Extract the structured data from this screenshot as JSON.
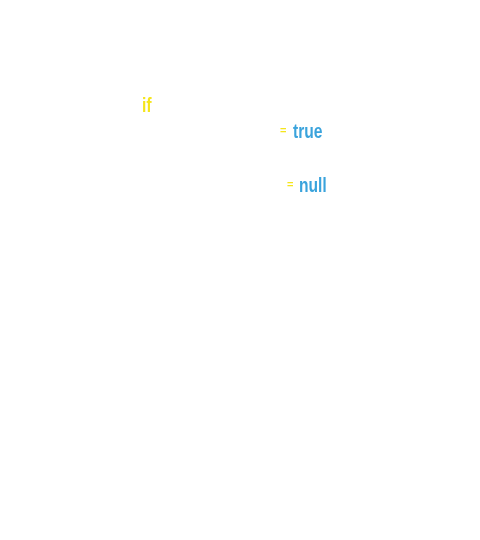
{
  "code": {
    "keyword_if": "if",
    "line1": {
      "operator": "=",
      "value": "true"
    },
    "line2": {
      "operator": "=",
      "value": "null"
    }
  },
  "colors": {
    "keyword": "#f5e51c",
    "operator": "#f5e51c",
    "value": "#3aa3dc",
    "background": "#ffffff"
  }
}
